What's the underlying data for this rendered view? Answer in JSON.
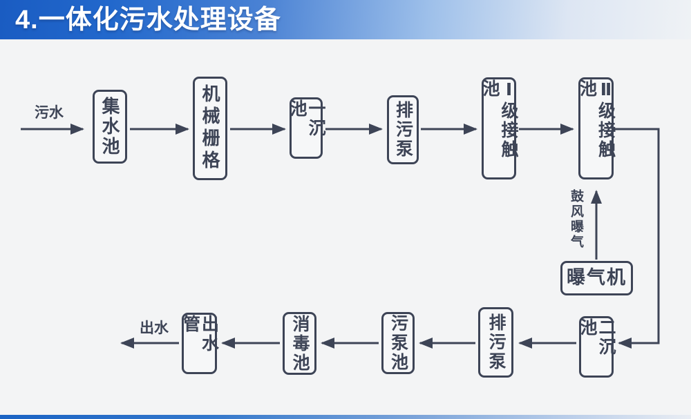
{
  "header": {
    "title": "4.一体化污水处理设备"
  },
  "diagram": {
    "inlet_label": "污水",
    "outlet_label": "出水",
    "aeration_label": "鼓风曝气",
    "boxes": {
      "collection_tank": "集水池",
      "mechanical_screen": "机械栅格",
      "primary_sedimentation": "一沉池",
      "sewage_pump_top": "排污泵",
      "stage1_contact": "Ⅰ级接触池",
      "stage2_contact": "Ⅱ级接触池",
      "aerator": "曝气机",
      "secondary_sedimentation": "二沉池",
      "sewage_pump_bottom": "排污泵",
      "sludge_pump_tank": "污泵池",
      "disinfection_tank": "消毒池",
      "outlet_pipe": "出水管"
    }
  },
  "colors": {
    "diagram_line": "#3d4456",
    "header_blue_left": "#2268cc",
    "header_fade_right": "#eff2f5",
    "background": "#f3f4f5",
    "bottom_bar_blue": "#1a63c4",
    "title_text": "#ffffff"
  }
}
